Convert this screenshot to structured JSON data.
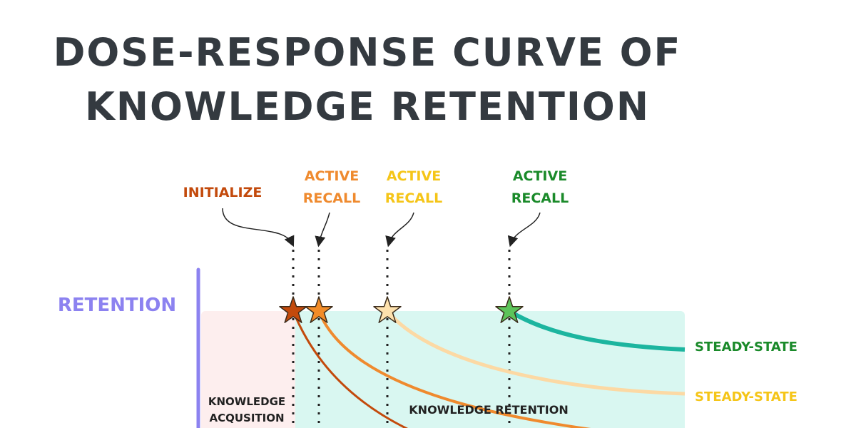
{
  "title": {
    "line1": "DOSE-RESPONSE CURVE OF",
    "line2": "KNOWLEDGE RETENTION"
  },
  "axis": {
    "label": "RETENTION",
    "color": "#8c82f0"
  },
  "regions": {
    "acquisition": {
      "line1": "KNOWLEDGE",
      "line2": "ACQUSITION",
      "color": "#fdeeee"
    },
    "retention": {
      "label": "KNOWLEDGE RETENTION",
      "color": "#d9f7f1"
    }
  },
  "events": [
    {
      "id": "initialize",
      "lines": [
        "INITIALIZE"
      ],
      "color": "#c34a0c",
      "star_color": "#c34a0c"
    },
    {
      "id": "recall-1",
      "lines": [
        "ACTIVE",
        "RECALL"
      ],
      "color": "#ef8a2e",
      "star_color": "#f28c28"
    },
    {
      "id": "recall-2",
      "lines": [
        "ACTIVE",
        "RECALL"
      ],
      "color": "#f5c518",
      "star_color": "#fde1ad"
    },
    {
      "id": "recall-3",
      "lines": [
        "ACTIVE",
        "RECALL"
      ],
      "color": "#1a8a2a",
      "star_color": "#5cc45a"
    }
  ],
  "steady_states": [
    {
      "label": "STEADY-STATE",
      "color": "#1a8a2a"
    },
    {
      "label": "STEADY-STATE",
      "color": "#f5c518"
    }
  ],
  "curve_colors": [
    "#c34a0c",
    "#ef8a2e",
    "#fcd9a4",
    "#1cb59f"
  ]
}
